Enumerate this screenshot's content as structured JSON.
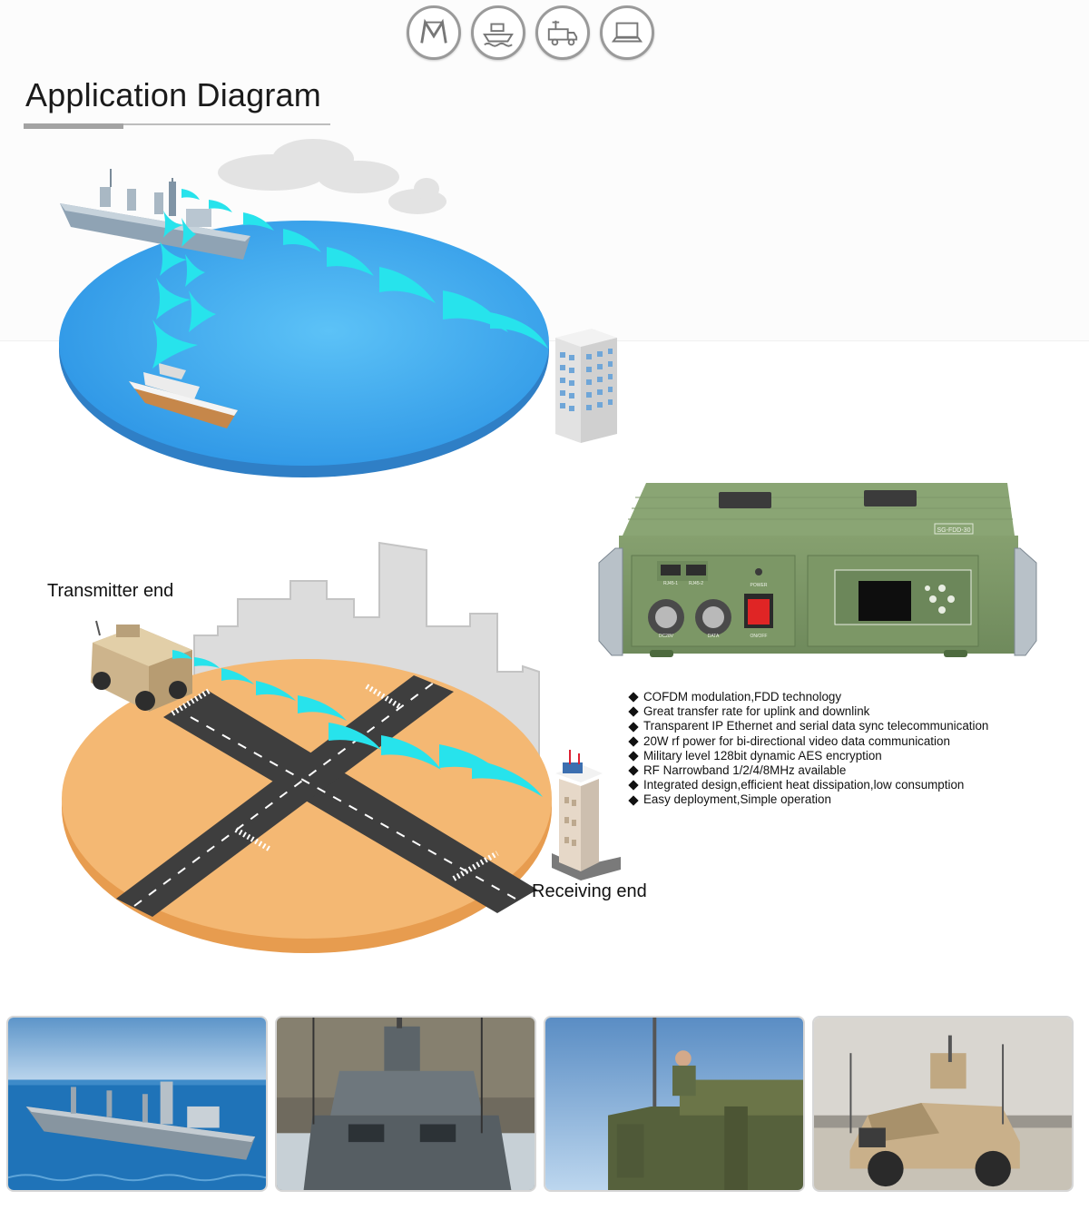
{
  "heading": "Application Diagram",
  "top_icons": [
    "logo-icon",
    "ship-icon",
    "vehicle-icon",
    "laptop-icon"
  ],
  "labels": {
    "transmitter": "Transmitter end",
    "receiving": "Receiving end"
  },
  "device": {
    "model": "SG-FDD-30",
    "port1": "RJ45-1",
    "port2": "RJ45-2",
    "power": "POWER",
    "dc": "DC28V",
    "data": "DATA",
    "switch": "ON/OFF"
  },
  "features": [
    "COFDM modulation,FDD technology",
    "Great transfer rate for uplink and downlink",
    "Transparent IP Ethernet and serial data sync telecommunication",
    "20W rf power for bi-directional video data communication",
    "Military level 128bit dynamic AES encryption",
    "RF Narrowband 1/2/4/8MHz available",
    "Integrated design,efficient heat dissipation,low consumption",
    "Easy deployment,Simple operation"
  ],
  "photos": [
    "navy-ship-photo",
    "patrol-boat-photo",
    "soldier-shelter-photo",
    "military-vehicle-photo"
  ],
  "colors": {
    "sea": "#3aa6ef",
    "ground": "#f2b36d",
    "signal": "#27e3ec",
    "device_green": "#7f9a68"
  }
}
